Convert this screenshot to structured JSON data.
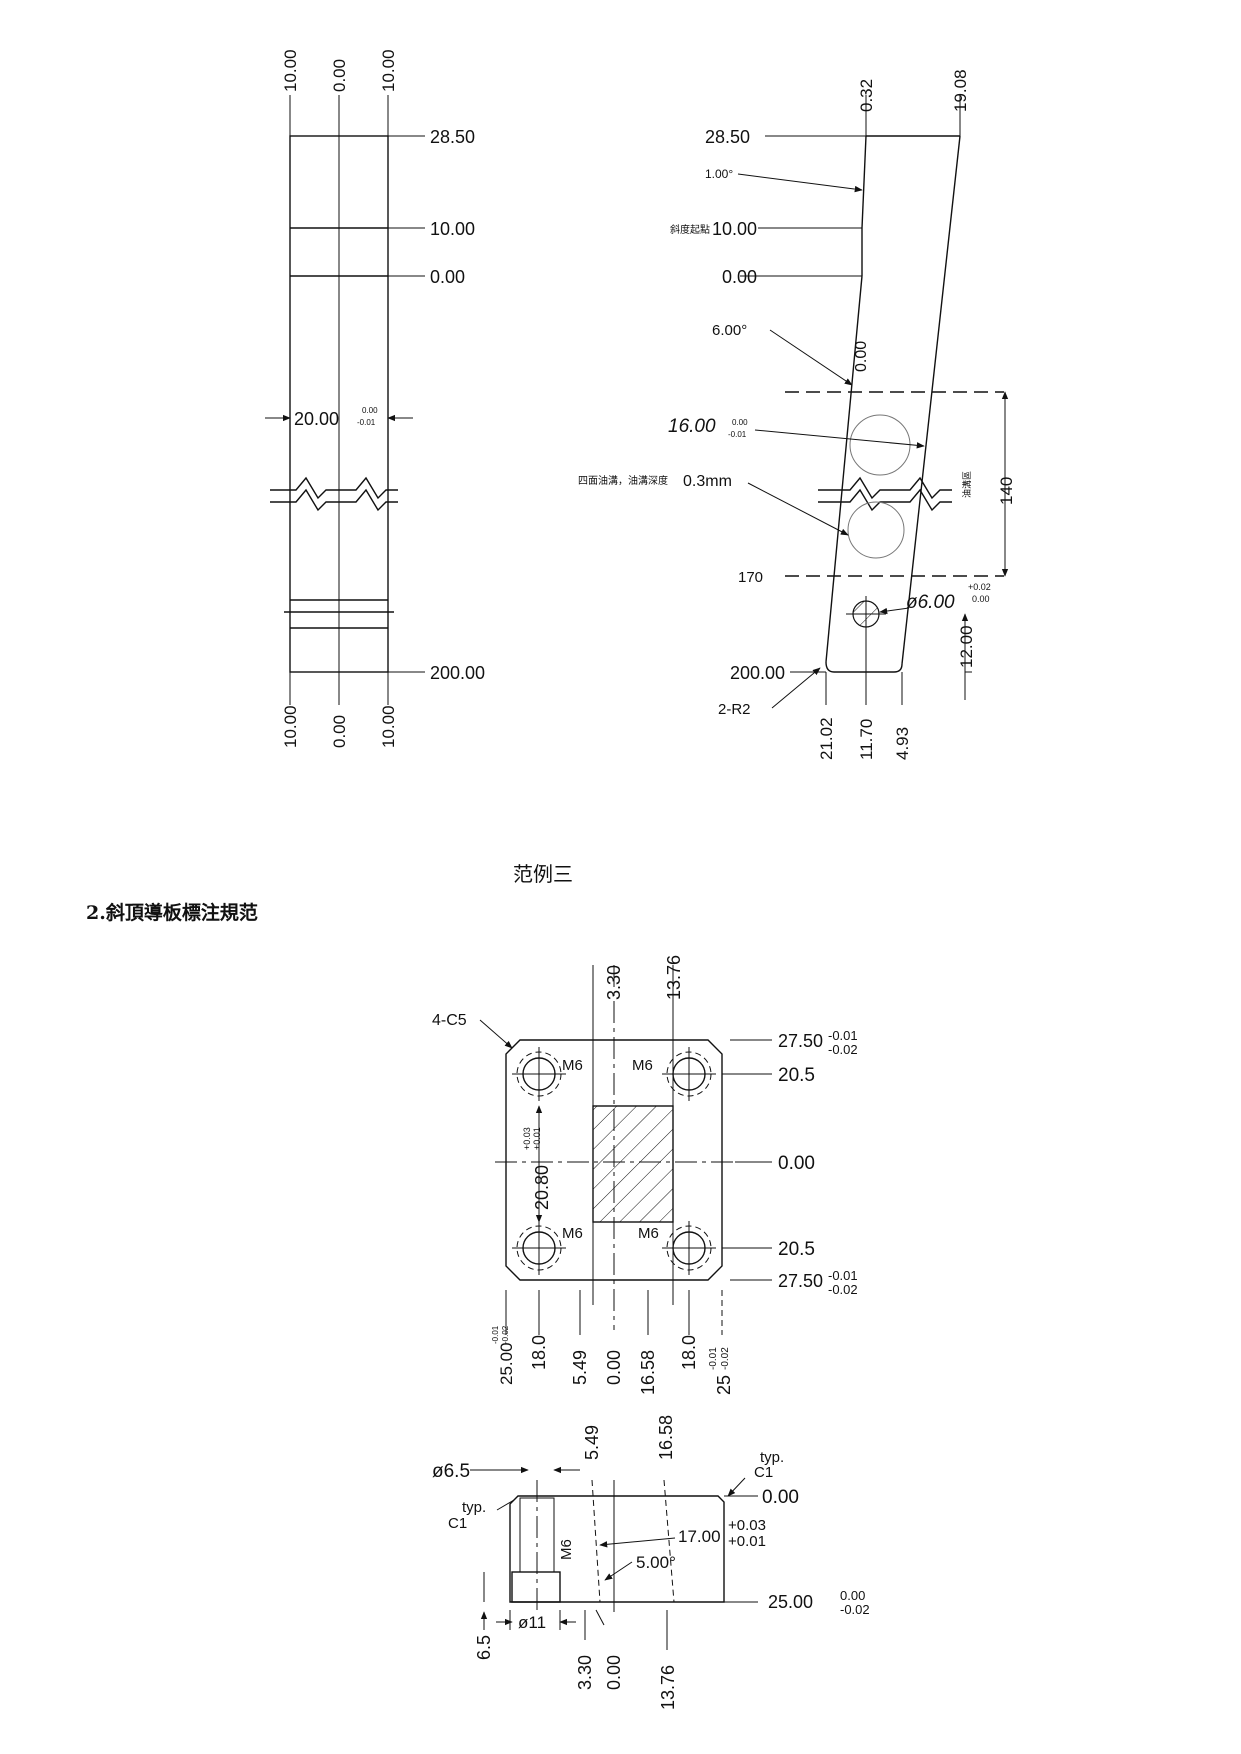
{
  "fig1_left": {
    "top_labels": [
      "10.00",
      "0.00",
      "10.00"
    ],
    "bottom_labels": [
      "10.00",
      "0.00",
      "10.00"
    ],
    "right_labels": [
      "28.50",
      "10.00",
      "0.00",
      "200.00"
    ],
    "width_dim": "20.00",
    "width_tol_upper": "0.00",
    "width_tol_lower": "-0.01"
  },
  "fig1_right": {
    "top_labels": [
      "0.32",
      "19.08"
    ],
    "left_28_50": "28.50",
    "angle_1": "1.00°",
    "slope_start": "斜度起點",
    "left_10_00": "10.00",
    "left_0_00": "0.00",
    "angle_6": "6.00°",
    "vertical_0_00": "0.00",
    "thickness": "16.00",
    "thickness_tol_upper": "0.00",
    "thickness_tol_lower": "-0.01",
    "oil_groove_note": "四面油溝，油溝深度",
    "oil_groove_depth": "0.3mm",
    "oil_groove_region": "油溝區",
    "dim_140": "140",
    "label_170": "170",
    "hole_dia": "ø6.00",
    "hole_tol_upper": "+0.02",
    "hole_tol_lower": "0.00",
    "dim_12": "12.00",
    "left_200": "200.00",
    "radius_note": "2-R2",
    "bottom_labels": [
      "21.02",
      "11.70",
      "4.93"
    ]
  },
  "example_title": "范例三",
  "section_title": "2.斜頂導板標注規范",
  "fig2_top": {
    "chamfer_note": "4-C5",
    "top_labels": [
      "3.30",
      "13.76"
    ],
    "thread_labels": [
      "M6",
      "M6",
      "M6",
      "M6"
    ],
    "right_27_50": "27.50",
    "right_27_50_tol_upper": "-0.01",
    "right_27_50_tol_lower": "-0.02",
    "right_20_5_top": "20.5",
    "right_0_00": "0.00",
    "right_20_5_bottom": "20.5",
    "pocket_width": "20.80",
    "pocket_tol_upper": "+0.03",
    "pocket_tol_lower": "+0.01",
    "bottom_25_00": "25.00",
    "bottom_25_00_tol_upper": "-0.01",
    "bottom_25_00_tol_lower": "-0.02",
    "bottom_labels": [
      "18.0",
      "5.49",
      "0.00",
      "16.58",
      "18.0"
    ],
    "bottom_25": "25",
    "bottom_25_tol_upper": "-0.01",
    "bottom_25_tol_lower": "-0.02"
  },
  "fig2_side": {
    "top_labels": [
      "5.49",
      "16.58"
    ],
    "typ_right": "typ.",
    "c1_right": "C1",
    "dia_6_5": "ø6.5",
    "typ_left": "typ.",
    "c1_left": "C1",
    "thread": "M6",
    "right_0_00": "0.00",
    "slot_dim": "17.00",
    "slot_tol_upper": "+0.03",
    "slot_tol_lower": "+0.01",
    "angle_5": "5.00°",
    "right_25_00": "25.00",
    "right_25_tol_upper": "0.00",
    "right_25_tol_lower": "-0.02",
    "dim_6_5": "6.5",
    "dia_11": "ø11",
    "bottom_labels": [
      "3.30",
      "0.00",
      "13.76"
    ]
  }
}
